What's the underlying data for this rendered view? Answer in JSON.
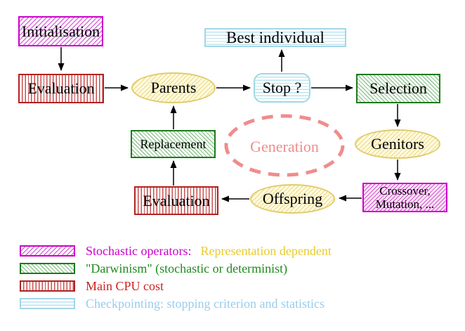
{
  "nodes": {
    "initialisation": {
      "label": "Initialisation"
    },
    "evaluation_top": {
      "label": "Evaluation"
    },
    "parents": {
      "label": "Parents"
    },
    "best_individual": {
      "label": "Best individual"
    },
    "stop": {
      "label": "Stop ?"
    },
    "selection": {
      "label": "Selection"
    },
    "genitors": {
      "label": "Genitors"
    },
    "generation": {
      "label": "Generation"
    },
    "replacement": {
      "label": "Replacement"
    },
    "crossover_mutation": {
      "line1": "Crossover,",
      "line2": "Mutation, ..."
    },
    "offspring": {
      "label": "Offspring"
    },
    "evaluation_bottom": {
      "label": "Evaluation"
    }
  },
  "legend": {
    "items": [
      {
        "swatch": "magenta-diagonal-hatch",
        "parts": [
          {
            "text": "Stochastic operators:",
            "color": "#CC00CC"
          },
          {
            "text": "Representation dependent",
            "color": "#E9CB2F"
          }
        ]
      },
      {
        "swatch": "green-diagonal-hatch",
        "parts": [
          {
            "text": "\"Darwinism\" (stochastic or determinist)",
            "color": "#1E8B1E"
          }
        ]
      },
      {
        "swatch": "red-vertical-stripes",
        "parts": [
          {
            "text": "Main CPU cost",
            "color": "#CC2222"
          }
        ]
      },
      {
        "swatch": "cyan-horizontal-stripes",
        "parts": [
          {
            "text": "Checkpointing: stopping criterion and statistics",
            "color": "#9ACBEC"
          }
        ]
      }
    ]
  },
  "colors": {
    "magenta": "#CC00CC",
    "red": "#B22222",
    "green": "#1D7A1D",
    "cyan": "#A3D6E6",
    "yellow": "#E0CC6E",
    "salmon": "#F08C8C",
    "arrow": "#000000"
  }
}
